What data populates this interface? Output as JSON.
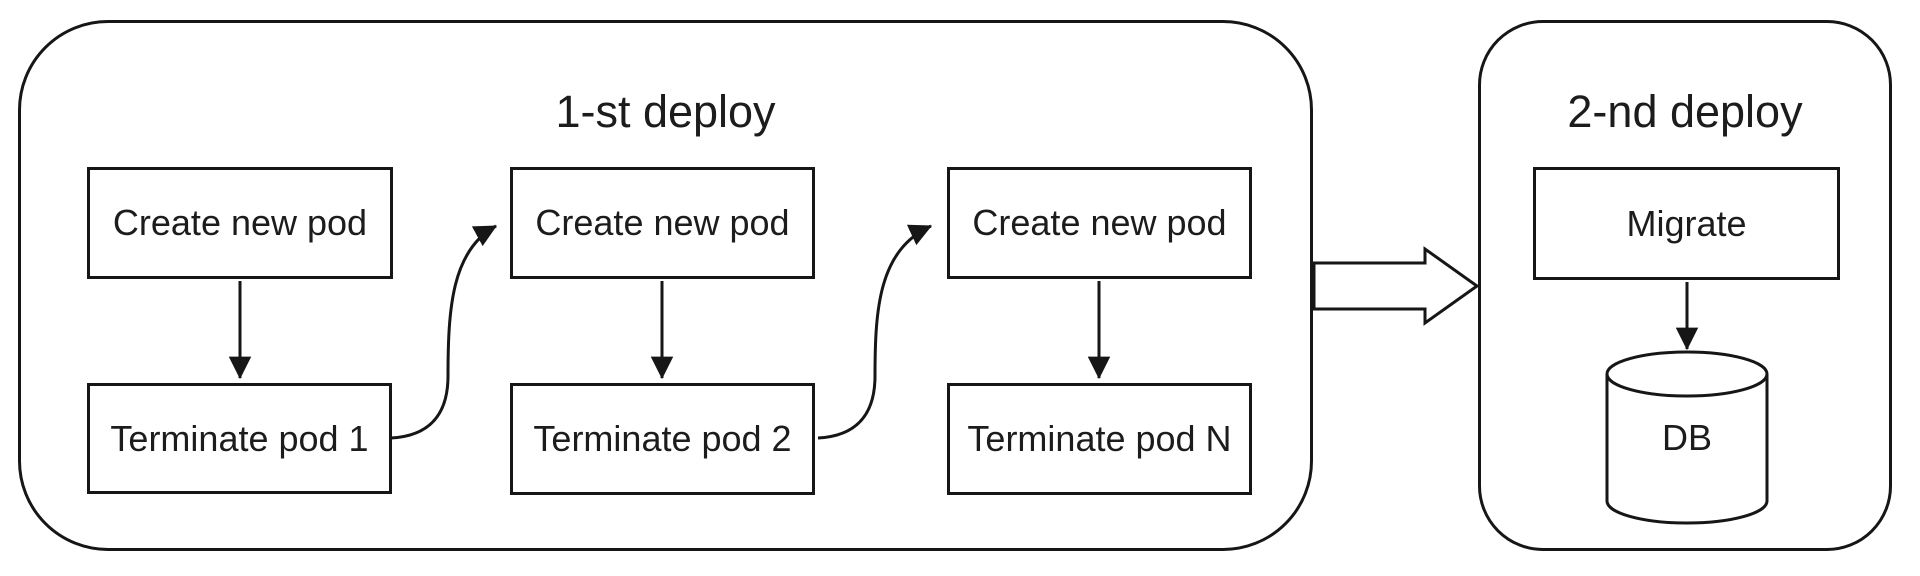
{
  "colors": {
    "background": "#ffffff",
    "stroke": "#161616",
    "text": "#1c1c1c"
  },
  "groups": {
    "first": {
      "title": "1-st deploy"
    },
    "second": {
      "title": "2-nd deploy"
    }
  },
  "nodes": {
    "create1": {
      "label": "Create new pod"
    },
    "create2": {
      "label": "Create new pod"
    },
    "create3": {
      "label": "Create new pod"
    },
    "terminate1": {
      "label": "Terminate pod 1"
    },
    "terminate2": {
      "label": "Terminate pod 2"
    },
    "terminateN": {
      "label": "Terminate pod N"
    },
    "migrate": {
      "label": "Migrate"
    },
    "db": {
      "label": "DB"
    }
  }
}
